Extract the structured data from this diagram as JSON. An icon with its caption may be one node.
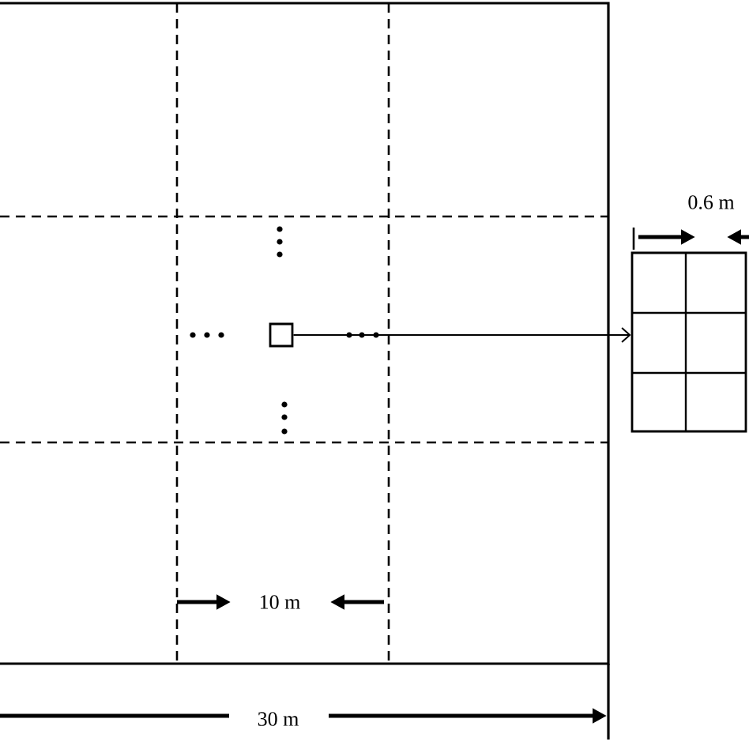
{
  "diagram": {
    "nodes": [
      {
        "text": [],
        "shape": "box"
      },
      {
        "text": [],
        "shape": "box"
      }
    ],
    "edges": [
      {
        "from": 0,
        "to": 1,
        "arrow": "to"
      }
    ],
    "labels": [
      "0.6 m",
      "10 m",
      "30 m"
    ]
  }
}
